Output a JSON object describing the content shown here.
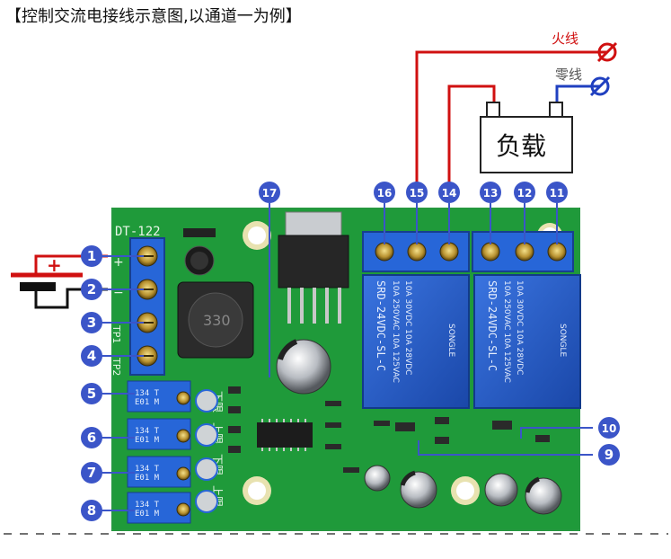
{
  "title": "【控制交流电接线示意图,以通道一为例】",
  "wires": {
    "live_label": "火线",
    "neutral_label": "零线",
    "load_label": "负载",
    "power_plus": "+"
  },
  "board": {
    "model": "DT-122",
    "label_plus": "+",
    "label_minus": "−",
    "label_tp1": "TP1",
    "label_tp2": "TP2",
    "label_lower_1": "下限",
    "label_upper_1": "上限",
    "label_lower_2": "下限",
    "label_upper_2": "上限",
    "pot_text": "134 T\nE01 M",
    "relay_model": "SRD-24VDC-SL-C",
    "relay_rating_1": "10A 250VAC  10A 125VAC",
    "relay_rating_2": "10A 30VDC  10A 28VDC",
    "relay_brand": "SONGLE",
    "inductor_text": "330"
  },
  "callouts": [
    "1",
    "2",
    "3",
    "4",
    "5",
    "6",
    "7",
    "8",
    "9",
    "10",
    "11",
    "12",
    "13",
    "14",
    "15",
    "16",
    "17"
  ],
  "colors": {
    "pcb": "#1f9a3a",
    "relay": "#1e56c8",
    "callout": "#3b55c8",
    "live": "#d01010",
    "neutral": "#2040c0"
  }
}
